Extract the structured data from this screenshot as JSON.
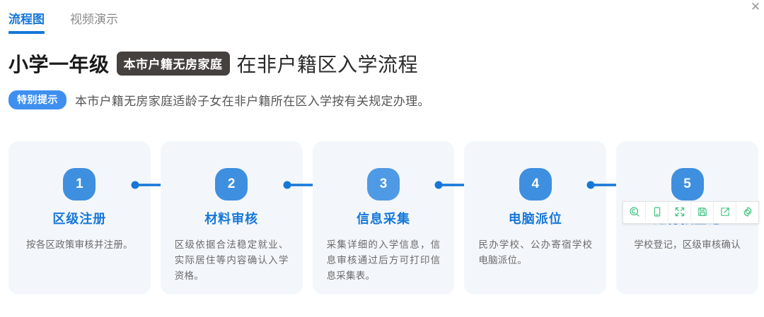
{
  "window": {
    "close_icon": "close-icon"
  },
  "tabs": [
    {
      "label": "流程图",
      "active": true
    },
    {
      "label": "视频演示",
      "active": false
    }
  ],
  "header": {
    "title_main": "小学一年级",
    "title_badge": "本市户籍无房家庭",
    "title_tail": "在非户籍区入学流程",
    "notice_badge": "特别提示",
    "notice_text": "本市户籍无房家庭适龄子女在非户籍所在区入学按有关规定办理。"
  },
  "flow": {
    "steps": [
      {
        "num": "1",
        "title": "区级注册",
        "desc": "按各区政策审核并注册。",
        "has_arrow": true
      },
      {
        "num": "2",
        "title": "材料审核",
        "desc": "区级依据合法稳定就业、实际居住等内容确认入学资格。",
        "has_arrow": true
      },
      {
        "num": "3",
        "title": "信息采集",
        "desc": "采集详细的入学信息，信息审核通过后方可打印信息采集表。",
        "has_arrow": true
      },
      {
        "num": "4",
        "title": "电脑派位",
        "desc": "民办学校、公办寄宿学校电脑派位。",
        "has_arrow": true
      },
      {
        "num": "5",
        "title": "进行预登记",
        "desc": "学校登记，区级审核确认",
        "has_arrow": false
      }
    ]
  },
  "float_toolbar": {
    "buttons": [
      {
        "name": "zoom-icon"
      },
      {
        "name": "mobile-icon"
      },
      {
        "name": "expand-icon"
      },
      {
        "name": "save-icon"
      },
      {
        "name": "share-icon"
      },
      {
        "name": "gear-icon"
      }
    ]
  },
  "colors": {
    "accent_blue": "#1677d8",
    "step_blue": "#3e8fe0",
    "card_bg": "#f3f7fb",
    "badge_dark": "#45413f",
    "toolbar_green": "#3dc47e"
  }
}
